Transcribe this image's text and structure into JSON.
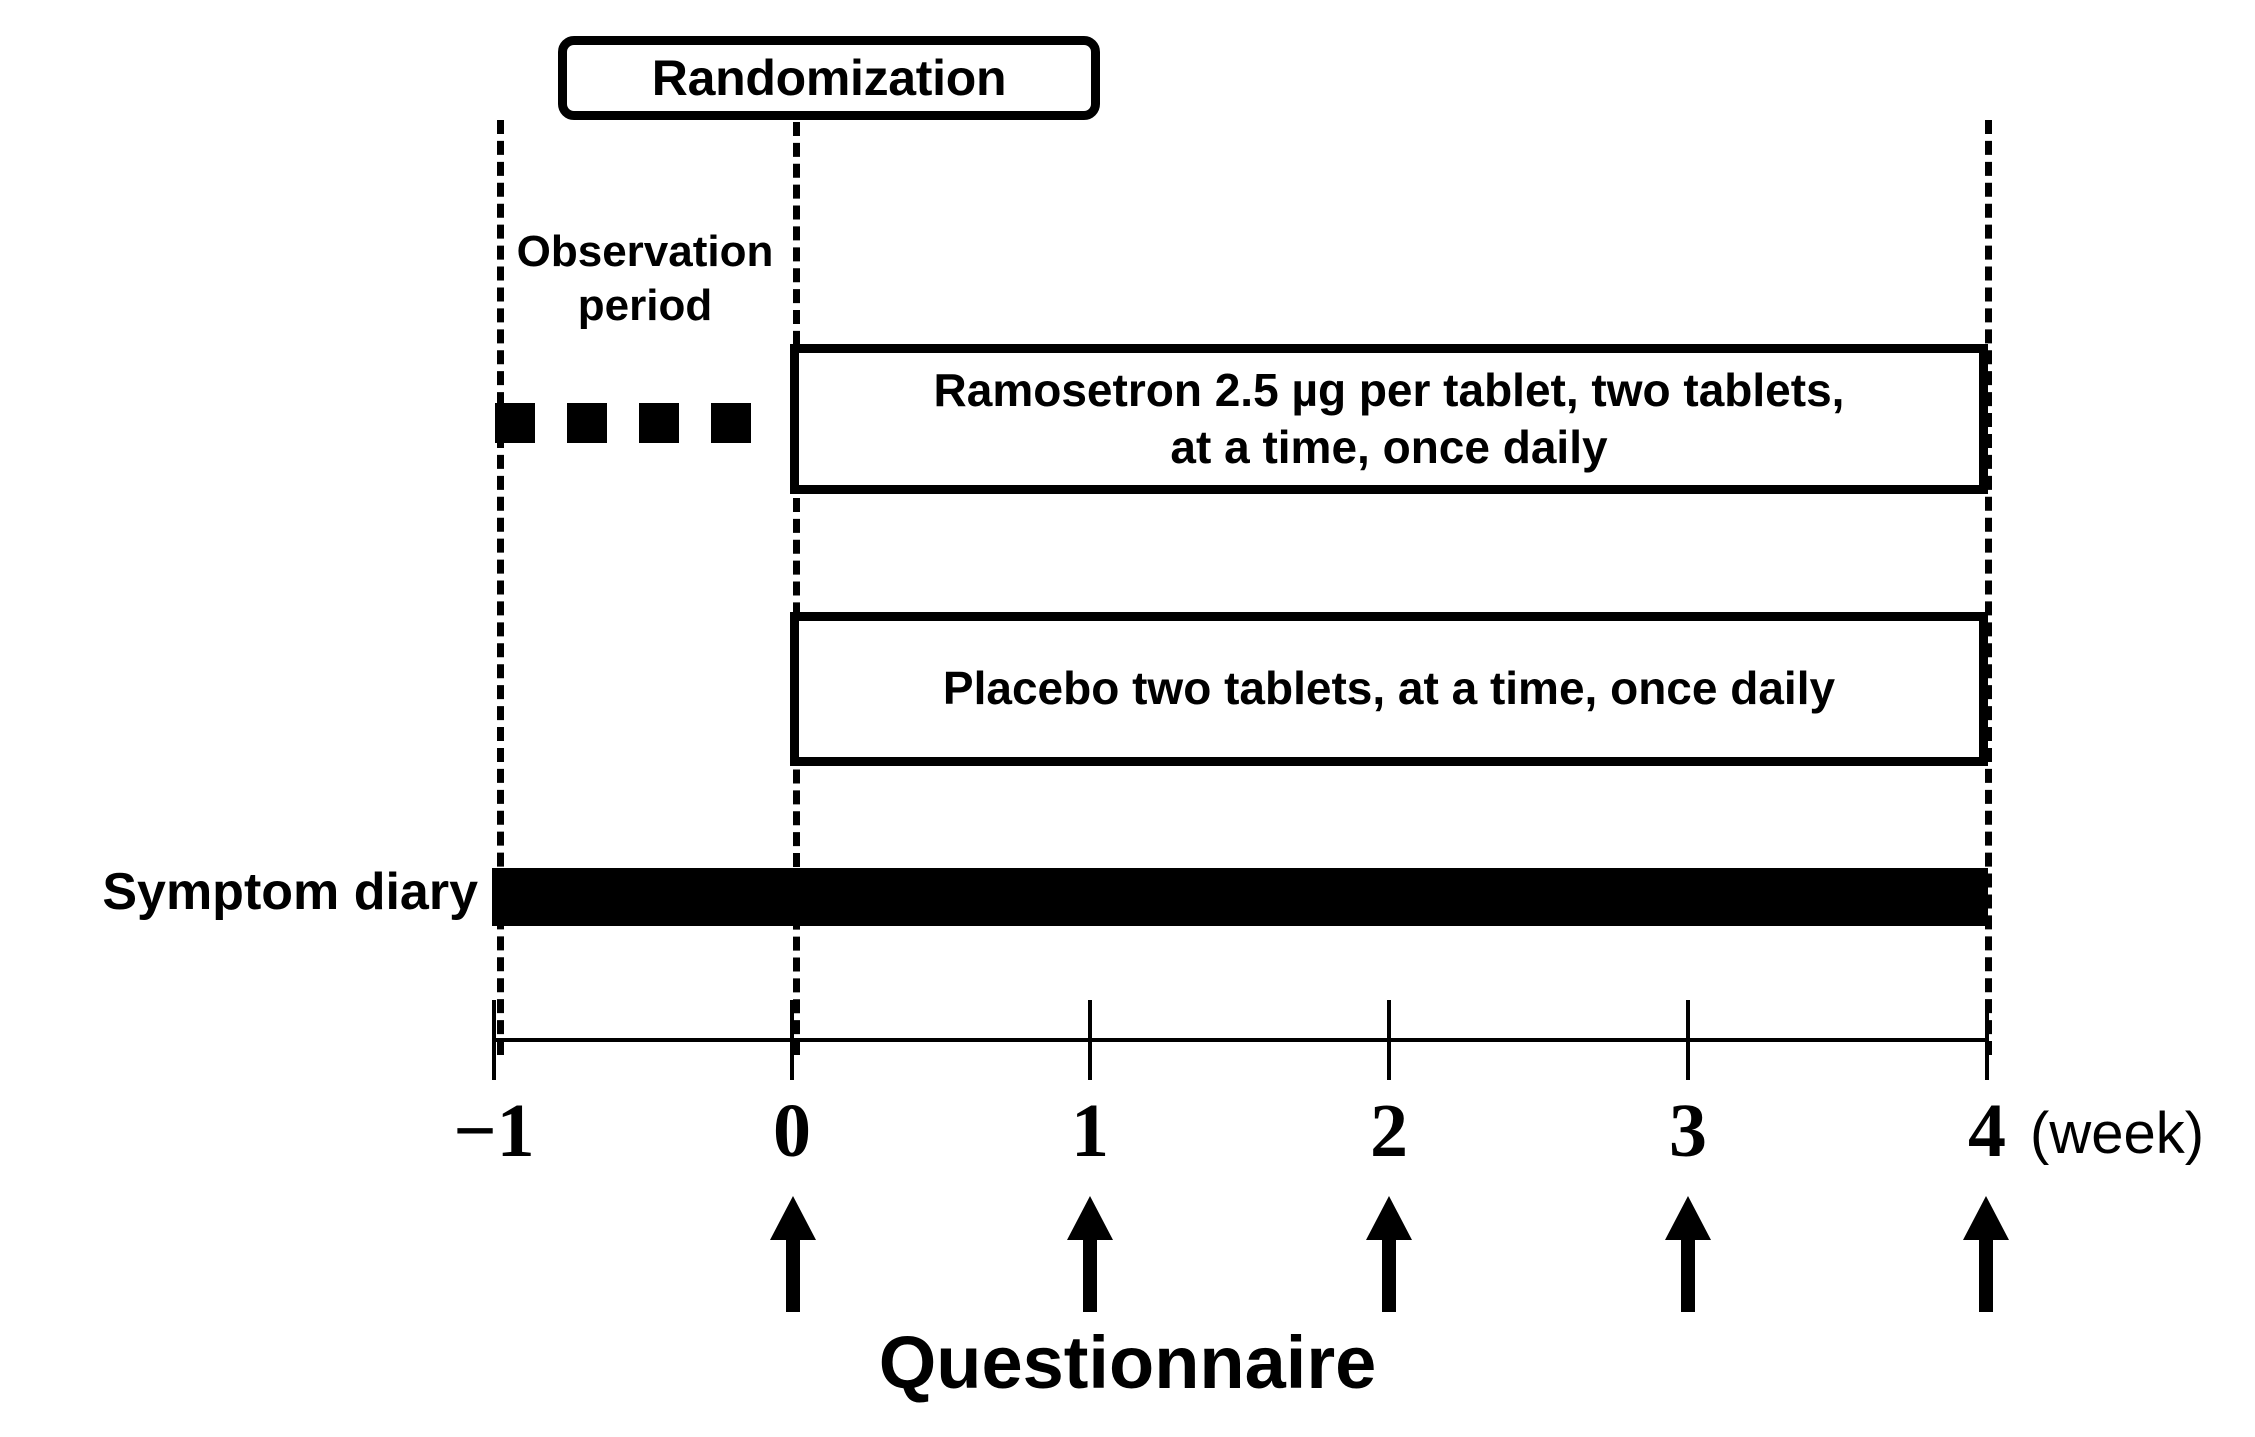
{
  "figure": {
    "type": "clinical-trial-study-design-timeline",
    "randomization": {
      "label": "Randomization"
    },
    "observation": {
      "label_line1": "Observation",
      "label_line2": "period",
      "dash_marker_count": 4
    },
    "arms": [
      {
        "id": "ramosetron",
        "line1": "Ramosetron 2.5 µg per tablet, two tablets,",
        "line2": "at a time, once daily",
        "start_week": 0,
        "end_week": 4
      },
      {
        "id": "placebo",
        "line1": "Placebo two tablets, at a time, once daily",
        "line2": "",
        "start_week": 0,
        "end_week": 4
      }
    ],
    "symptom_diary": {
      "label": "Symptom diary",
      "start_week": -1,
      "end_week": 4
    },
    "axis": {
      "ticks": [
        "−1",
        "0",
        "1",
        "2",
        "3",
        "4"
      ],
      "tick_values": [
        -1,
        0,
        1,
        2,
        3,
        4
      ],
      "unit_label": "(week)"
    },
    "questionnaire": {
      "label": "Questionnaire",
      "arrow_weeks": [
        0,
        1,
        2,
        3,
        4
      ],
      "arrow_count": 5
    },
    "colors": {
      "ink": "#000000",
      "background": "#ffffff"
    }
  },
  "chart_data": {
    "type": "table",
    "title": "Study design timeline",
    "xlabel": "(week)",
    "ylabel": "",
    "xlim": [
      -1,
      4
    ],
    "grid": false,
    "categories": [
      "-1",
      "0",
      "1",
      "2",
      "3",
      "4"
    ],
    "series": [
      {
        "name": "Observation period",
        "style": "thick-dashed",
        "start": -1,
        "end": 0
      },
      {
        "name": "Ramosetron 2.5 µg per tablet, two tablets, at a time, once daily",
        "style": "open-box",
        "start": 0,
        "end": 4
      },
      {
        "name": "Placebo two tablets, at a time, once daily",
        "style": "open-box",
        "start": 0,
        "end": 4
      },
      {
        "name": "Symptom diary",
        "style": "solid-bar",
        "start": -1,
        "end": 4
      },
      {
        "name": "Questionnaire",
        "style": "up-arrows",
        "values": [
          0,
          1,
          2,
          3,
          4
        ]
      }
    ],
    "annotations": [
      "Randomization at week 0"
    ]
  }
}
